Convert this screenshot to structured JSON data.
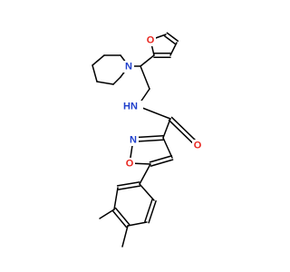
{
  "diagram": {
    "type": "chemical-structure",
    "colors": {
      "bond": "#000000",
      "carbon": "#000000",
      "nitrogen": "#1f3fcc",
      "oxygen": "#e8231c",
      "background": "#ffffff"
    },
    "atom_labels": {
      "furan_o": "O",
      "piperidine_n": "N",
      "amide_n": "N",
      "amide_h": "H",
      "carbonyl_o": "O",
      "isoxazole_n": "N",
      "isoxazole_o": "O"
    }
  }
}
